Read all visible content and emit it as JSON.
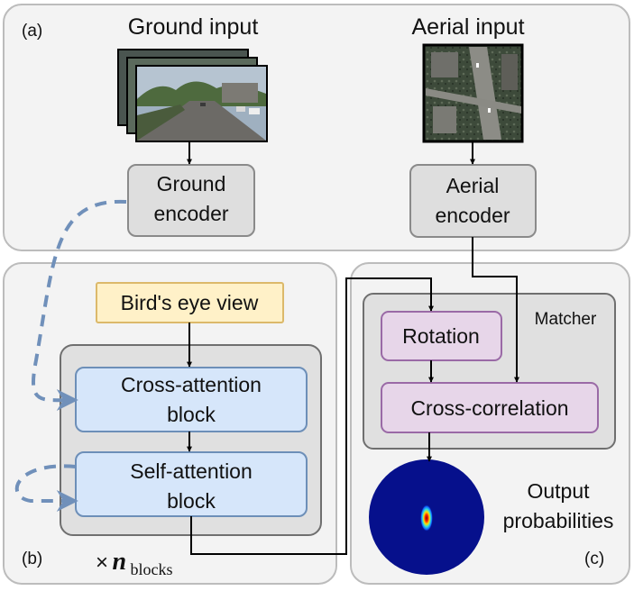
{
  "panel_a": {
    "tag": "(a)"
  },
  "panel_b": {
    "tag": "(b)"
  },
  "panel_c": {
    "tag": "(c)"
  },
  "ground": {
    "title": "Ground input",
    "encoder": [
      "Ground",
      "encoder"
    ]
  },
  "aerial": {
    "title": "Aerial input",
    "encoder": [
      "Aerial",
      "encoder"
    ]
  },
  "bev": {
    "label": "Bird's eye view"
  },
  "cross_attention": {
    "label": [
      "Cross-attention",
      "block"
    ]
  },
  "self_attention": {
    "label": [
      "Self-attention",
      "block"
    ]
  },
  "repeat": {
    "times": "×",
    "n": "n",
    "sub": "blocks"
  },
  "matcher": {
    "title": "Matcher",
    "rotation": "Rotation",
    "cross_correlation": "Cross-correlation"
  },
  "output": {
    "label": [
      "Output",
      "probabilities"
    ]
  },
  "colors": {
    "dashed_arrow": "#7090ba",
    "cross_attention_fill": "#d6e6fa",
    "bev_fill": "#fff1c8",
    "matcher_block_fill": "#e7d6e9"
  }
}
